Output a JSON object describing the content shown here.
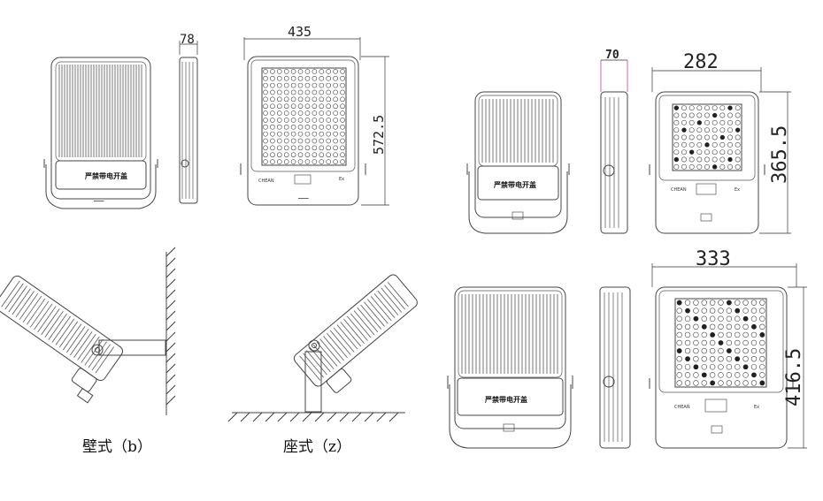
{
  "dimensions": {
    "large_front_width": "435",
    "large_side_depth": "78",
    "large_back_height": "572.5",
    "small_side_depth": "70",
    "small_back_width": "282",
    "small_back_height": "365.5",
    "medium_back_width": "333",
    "medium_back_height": "416.5"
  },
  "captions": {
    "wall_mount": "壁式（b）",
    "seat_mount": "座式（z）"
  },
  "nameplate": {
    "text": "严禁带电开盖",
    "brand": "CHEAN",
    "ex_mark": "Ex"
  }
}
